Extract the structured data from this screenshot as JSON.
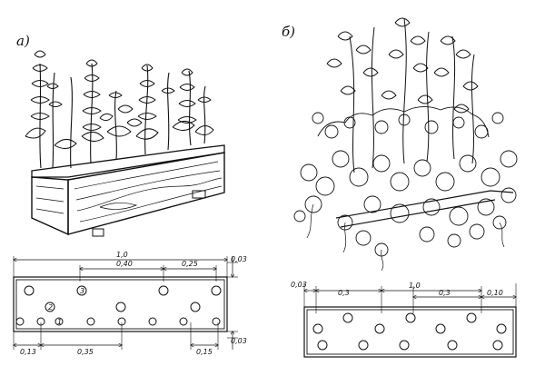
{
  "labels": {
    "a": "а)",
    "b": "б)"
  },
  "plan_a": {
    "length": "1,0",
    "top_gap": "0,40",
    "top_right": "0,25",
    "edge_right_top": "0,03",
    "bottom_left": "0,13",
    "bottom_mid": "0,35",
    "bottom_right": "0,15",
    "edge_right_bottom": "0,03",
    "marker_1": "1",
    "marker_2": "2",
    "marker_3": "3"
  },
  "plan_b": {
    "edge_left": "0,03",
    "left_gap": "0,3",
    "length": "1,0",
    "right_gap": "0,3",
    "end_gap": "0,10"
  }
}
